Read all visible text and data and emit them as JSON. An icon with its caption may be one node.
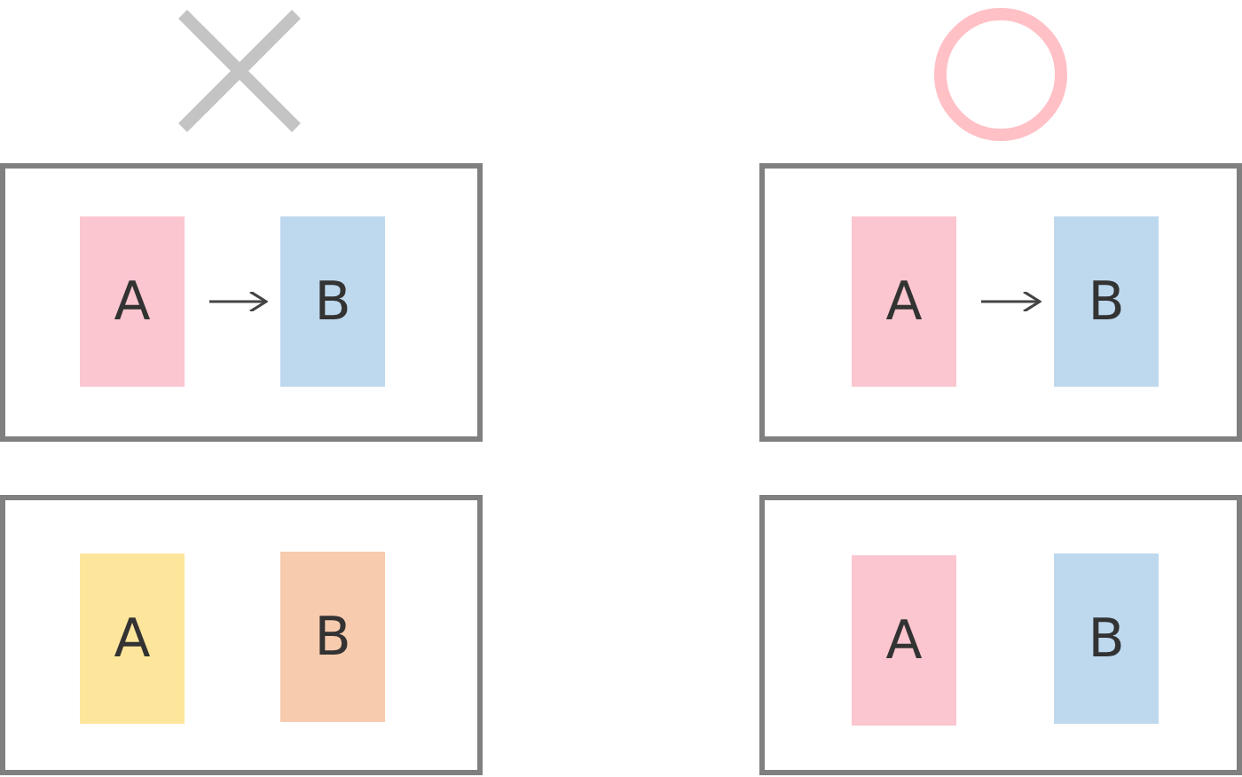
{
  "diagram": {
    "nodes": [
      {
        "text": [],
        "shape": "cross"
      },
      {
        "text": [],
        "shape": "circle"
      },
      {
        "text": [],
        "shape": "box"
      },
      {
        "text": [
          "A"
        ],
        "in": 2
      },
      {
        "text": [
          "B"
        ],
        "in": 2
      },
      {
        "text": [],
        "shape": "box"
      },
      {
        "text": [
          "A"
        ],
        "in": 5
      },
      {
        "text": [
          "B"
        ],
        "in": 5
      },
      {
        "text": [],
        "shape": "box"
      },
      {
        "text": [
          "A"
        ],
        "in": 8
      },
      {
        "text": [
          "B"
        ],
        "in": 8
      },
      {
        "text": [],
        "shape": "box"
      },
      {
        "text": [
          "A"
        ],
        "in": 11
      },
      {
        "text": [
          "B"
        ],
        "in": 11
      }
    ],
    "edges": [
      {
        "from": 3,
        "to": 4,
        "arrow": "to"
      },
      {
        "from": 9,
        "to": 10,
        "arrow": "to"
      }
    ]
  }
}
